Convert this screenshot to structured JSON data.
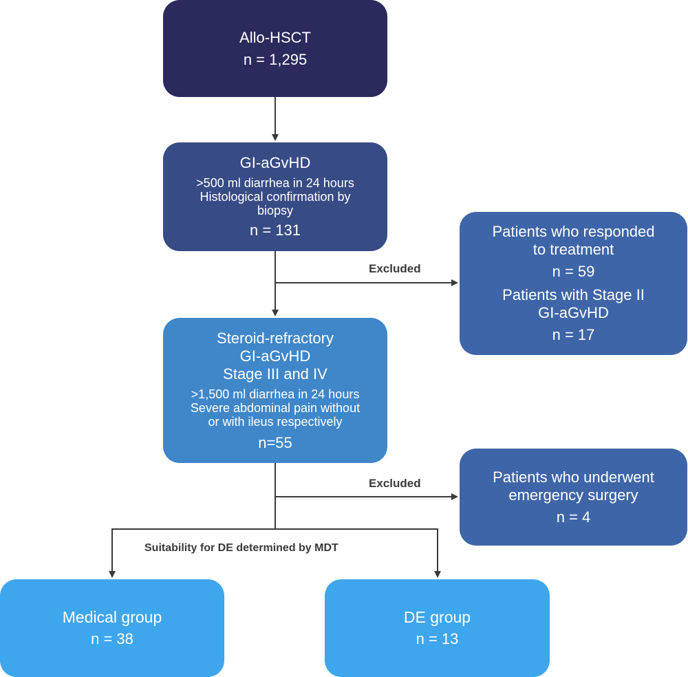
{
  "diagram": {
    "type": "flowchart",
    "colors": {
      "level1": "#2b2a5c",
      "level2": "#374b85",
      "level3": "#3f87c9",
      "excluded": "#3e65a7",
      "groups": "#3ea6ec",
      "arrow": "#3a3a3a"
    },
    "boxes": {
      "allo_hsct": {
        "title": "Allo-HSCT",
        "n": "n = 1,295"
      },
      "gi_agvhd": {
        "title": "GI-aGvHD",
        "criteria": [
          ">500 ml diarrhea in 24 hours",
          "Histological confirmation by",
          "biopsy"
        ],
        "n": "n = 131"
      },
      "excluded_1": {
        "line1a": "Patients who responded",
        "line1b": "to treatment",
        "n1": "n = 59",
        "line2a": "Patients with Stage II",
        "line2b": "GI-aGvHD",
        "n2": "n = 17"
      },
      "steroid_refractory": {
        "title": [
          "Steroid-refractory",
          "GI-aGvHD",
          "Stage III and IV"
        ],
        "criteria": [
          ">1,500 ml diarrhea in 24 hours",
          "Severe abdominal pain without",
          "or with ileus respectively"
        ],
        "n": "n=55"
      },
      "excluded_2": {
        "line1": "Patients who underwent",
        "line2": "emergency surgery",
        "n": "n = 4"
      },
      "medical_group": {
        "title": "Medical group",
        "n": "n = 38"
      },
      "de_group": {
        "title": "DE group",
        "n": "n = 13"
      }
    },
    "labels": {
      "excluded_1": "Excluded",
      "excluded_2": "Excluded",
      "split": "Suitability for DE determined by MDT"
    }
  }
}
